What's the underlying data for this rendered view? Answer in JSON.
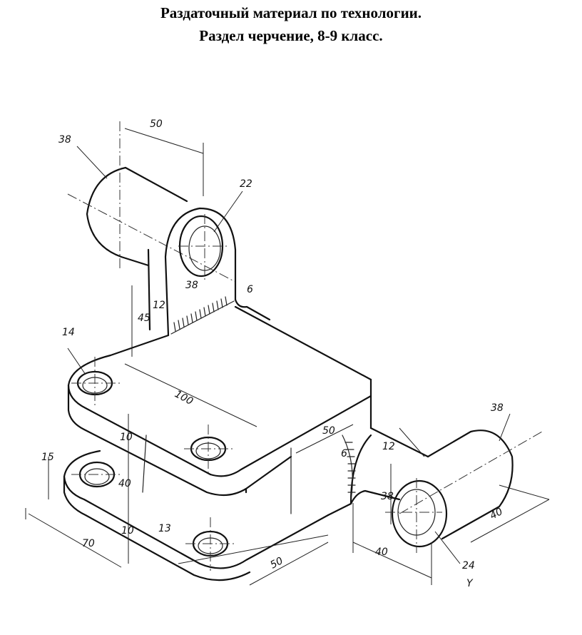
{
  "title": {
    "line1": "Раздаточный материал по технологии.",
    "line2": "Раздел черчение, 8-9 класс."
  },
  "drawing": {
    "dimensions": {
      "d50_top": "50",
      "d38_top": "38",
      "d22": "22",
      "d38_lug": "38",
      "d6_top": "6",
      "d12_lug": "12",
      "d45": "45",
      "d14": "14",
      "d100": "100",
      "d50_right": "50",
      "d10_a": "10",
      "d40_side": "40",
      "d15_left": "15",
      "d10_b": "10",
      "d13": "13",
      "d70": "70",
      "d50_bottom": "50",
      "d6_right": "6",
      "d12_right": "12",
      "d38_right": "38",
      "d38_cyl": "38",
      "d40_base": "40",
      "d40_cyl": "40",
      "d24": "24",
      "mark_y": "Y"
    }
  }
}
